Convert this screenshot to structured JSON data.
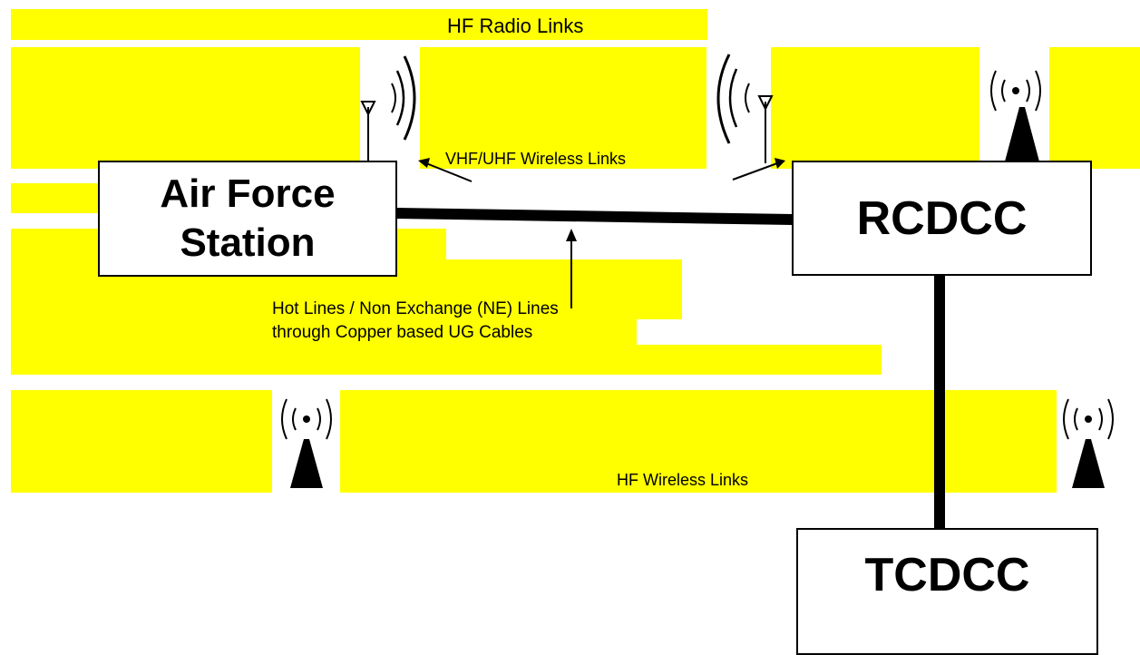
{
  "diagram": {
    "nodes": {
      "air_force_station": {
        "line1": "Air Force",
        "line2": "Station"
      },
      "rcdcc": {
        "label": "RCDCC"
      },
      "tcdcc": {
        "label": "TCDCC"
      }
    },
    "labels": {
      "hf_radio_links": "HF Radio Links",
      "vhf_uhf_wireless_links": "VHF/UHF Wireless Links",
      "hot_lines_line1": "Hot Lines / Non Exchange (NE) Lines",
      "hot_lines_line2": "through Copper based UG Cables",
      "hf_wireless_links": "HF Wireless Links"
    },
    "colors": {
      "highlight": "#ffff00",
      "stroke": "#000000",
      "box_fill": "#ffffff"
    },
    "icons": [
      "antenna-icon",
      "radio-waves-icon",
      "broadcast-tower-icon"
    ]
  }
}
